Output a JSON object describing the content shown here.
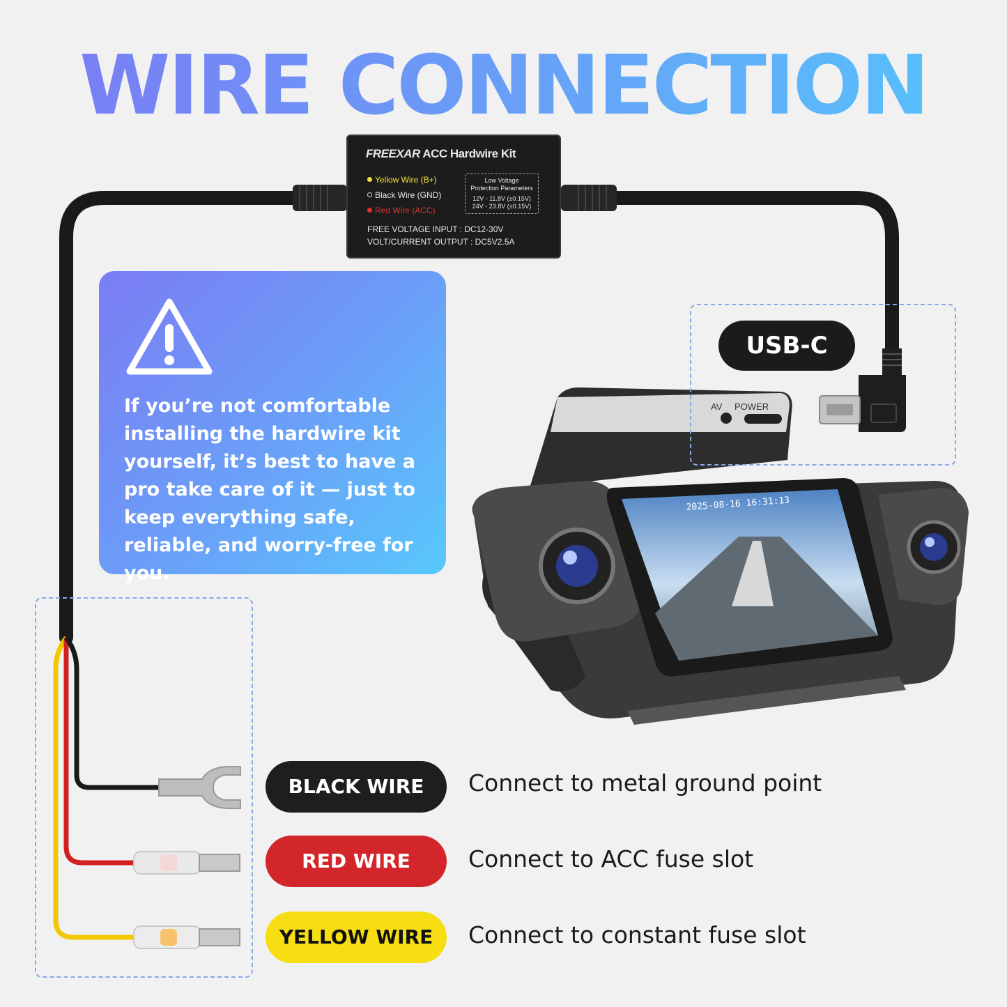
{
  "title": "WIRE CONNECTION",
  "kit": {
    "brand": "FREEXAR",
    "product": "ACC Hardwire Kit",
    "wires": [
      {
        "label": "Yellow Wire (B+)",
        "color": "#f5e03a"
      },
      {
        "label": "Black Wire (GND)",
        "color": "#111111"
      },
      {
        "label": "Red Wire (ACC)",
        "color": "#e53030"
      }
    ],
    "protection_title": "Low Voltage\nProtection Parameters",
    "protection_12v": "12V - 11.8V (±0.15V)",
    "protection_24v": "24V - 23.8V (±0.15V)",
    "input": "FREE VOLTAGE INPUT : DC12-30V",
    "output": "VOLT/CURRENT OUTPUT : DC5V2.5A"
  },
  "warning": {
    "icon": "warning-triangle-icon",
    "text": "If you’re not comfortable installing the hardwire kit yourself, it’s best to have a pro take care of it — just to keep everything safe, reliable, and worry-free for you."
  },
  "usbc_label": "USB-C",
  "camera": {
    "port_av": "AV",
    "port_power": "POWER",
    "timestamp": "2025-08-16 16:31:13"
  },
  "connections": [
    {
      "wire": "BLACK WIRE",
      "description": "Connect to metal ground point",
      "color": "#1e1e1e",
      "text_color": "#ffffff"
    },
    {
      "wire": "RED WIRE",
      "description": "Connect to ACC fuse slot",
      "color": "#d3262a",
      "text_color": "#ffffff"
    },
    {
      "wire": "YELLOW WIRE",
      "description": "Connect to constant fuse slot",
      "color": "#f6de12",
      "text_color": "#111111"
    }
  ]
}
